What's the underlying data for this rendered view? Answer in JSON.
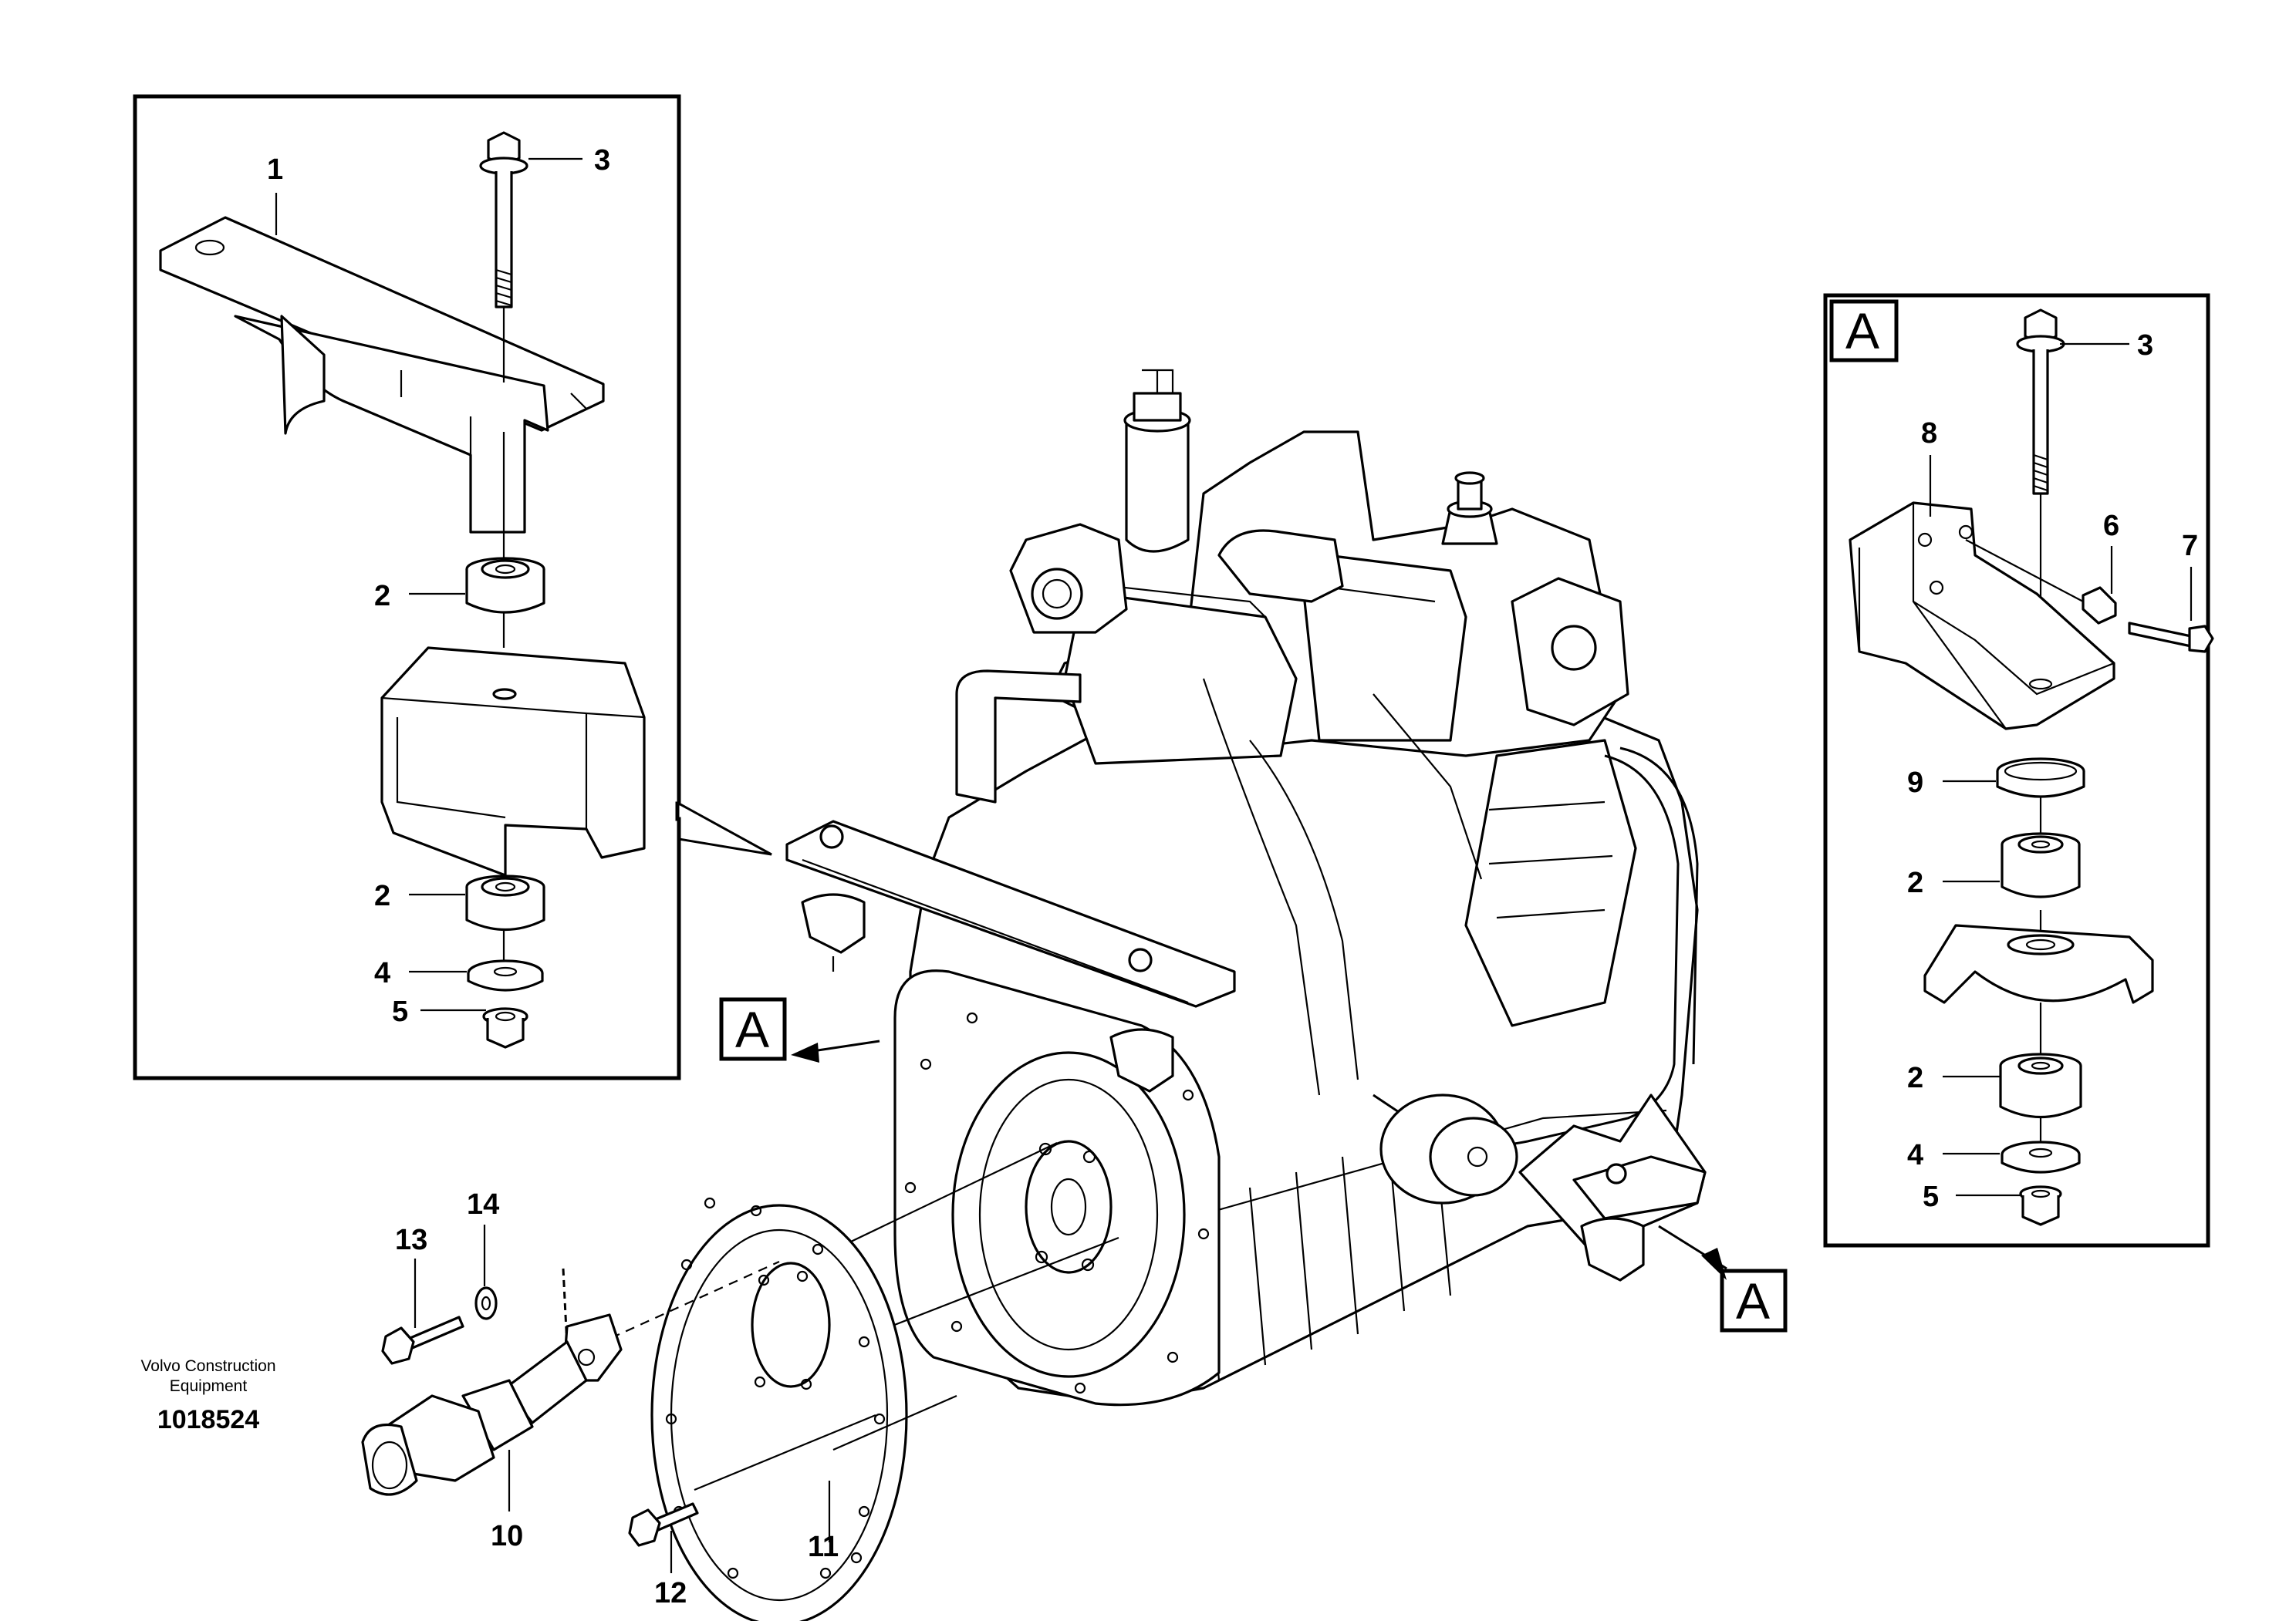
{
  "callouts": {
    "c1": "1",
    "c2a": "2",
    "c2b": "2",
    "c3a": "3",
    "c4a": "4",
    "c5a": "5",
    "c3b": "3",
    "c8": "8",
    "c6": "6",
    "c7": "7",
    "c9": "9",
    "c2c": "2",
    "c2d": "2",
    "c4b": "4",
    "c5b": "5",
    "c10": "10",
    "c11": "11",
    "c12": "12",
    "c13": "13",
    "c14": "14"
  },
  "view_labels": {
    "inset": "A",
    "engine_left": "A",
    "engine_right": "A"
  },
  "caption": {
    "line1": "Volvo Construction",
    "line2": "Equipment",
    "number": "1018524"
  }
}
